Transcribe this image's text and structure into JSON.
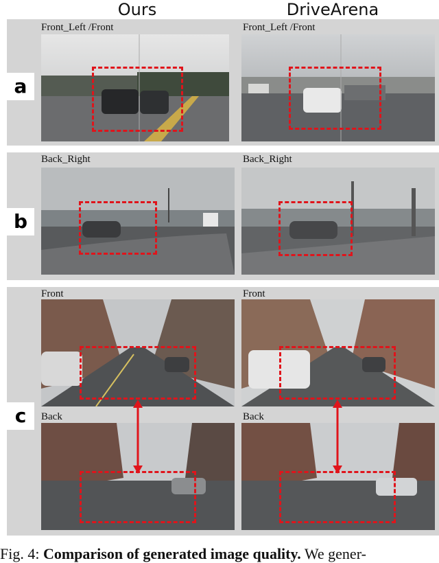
{
  "columns": {
    "left": "Ours",
    "right": "DriveArena"
  },
  "rows": [
    {
      "label": "a",
      "left_view": "Front_Left /Front",
      "right_view": "Front_Left /Front"
    },
    {
      "label": "b",
      "left_view": "Back_Right",
      "right_view": "Back_Right"
    },
    {
      "label": "c",
      "top_view": "Front",
      "bottom_view": "Back"
    }
  ],
  "colors": {
    "dash": "#e0141b",
    "panel": "#d4d4d4"
  },
  "caption": {
    "prefix": "Fig. 4: ",
    "bold": "Comparison of generated image quality.",
    "rest": " We gener-"
  }
}
